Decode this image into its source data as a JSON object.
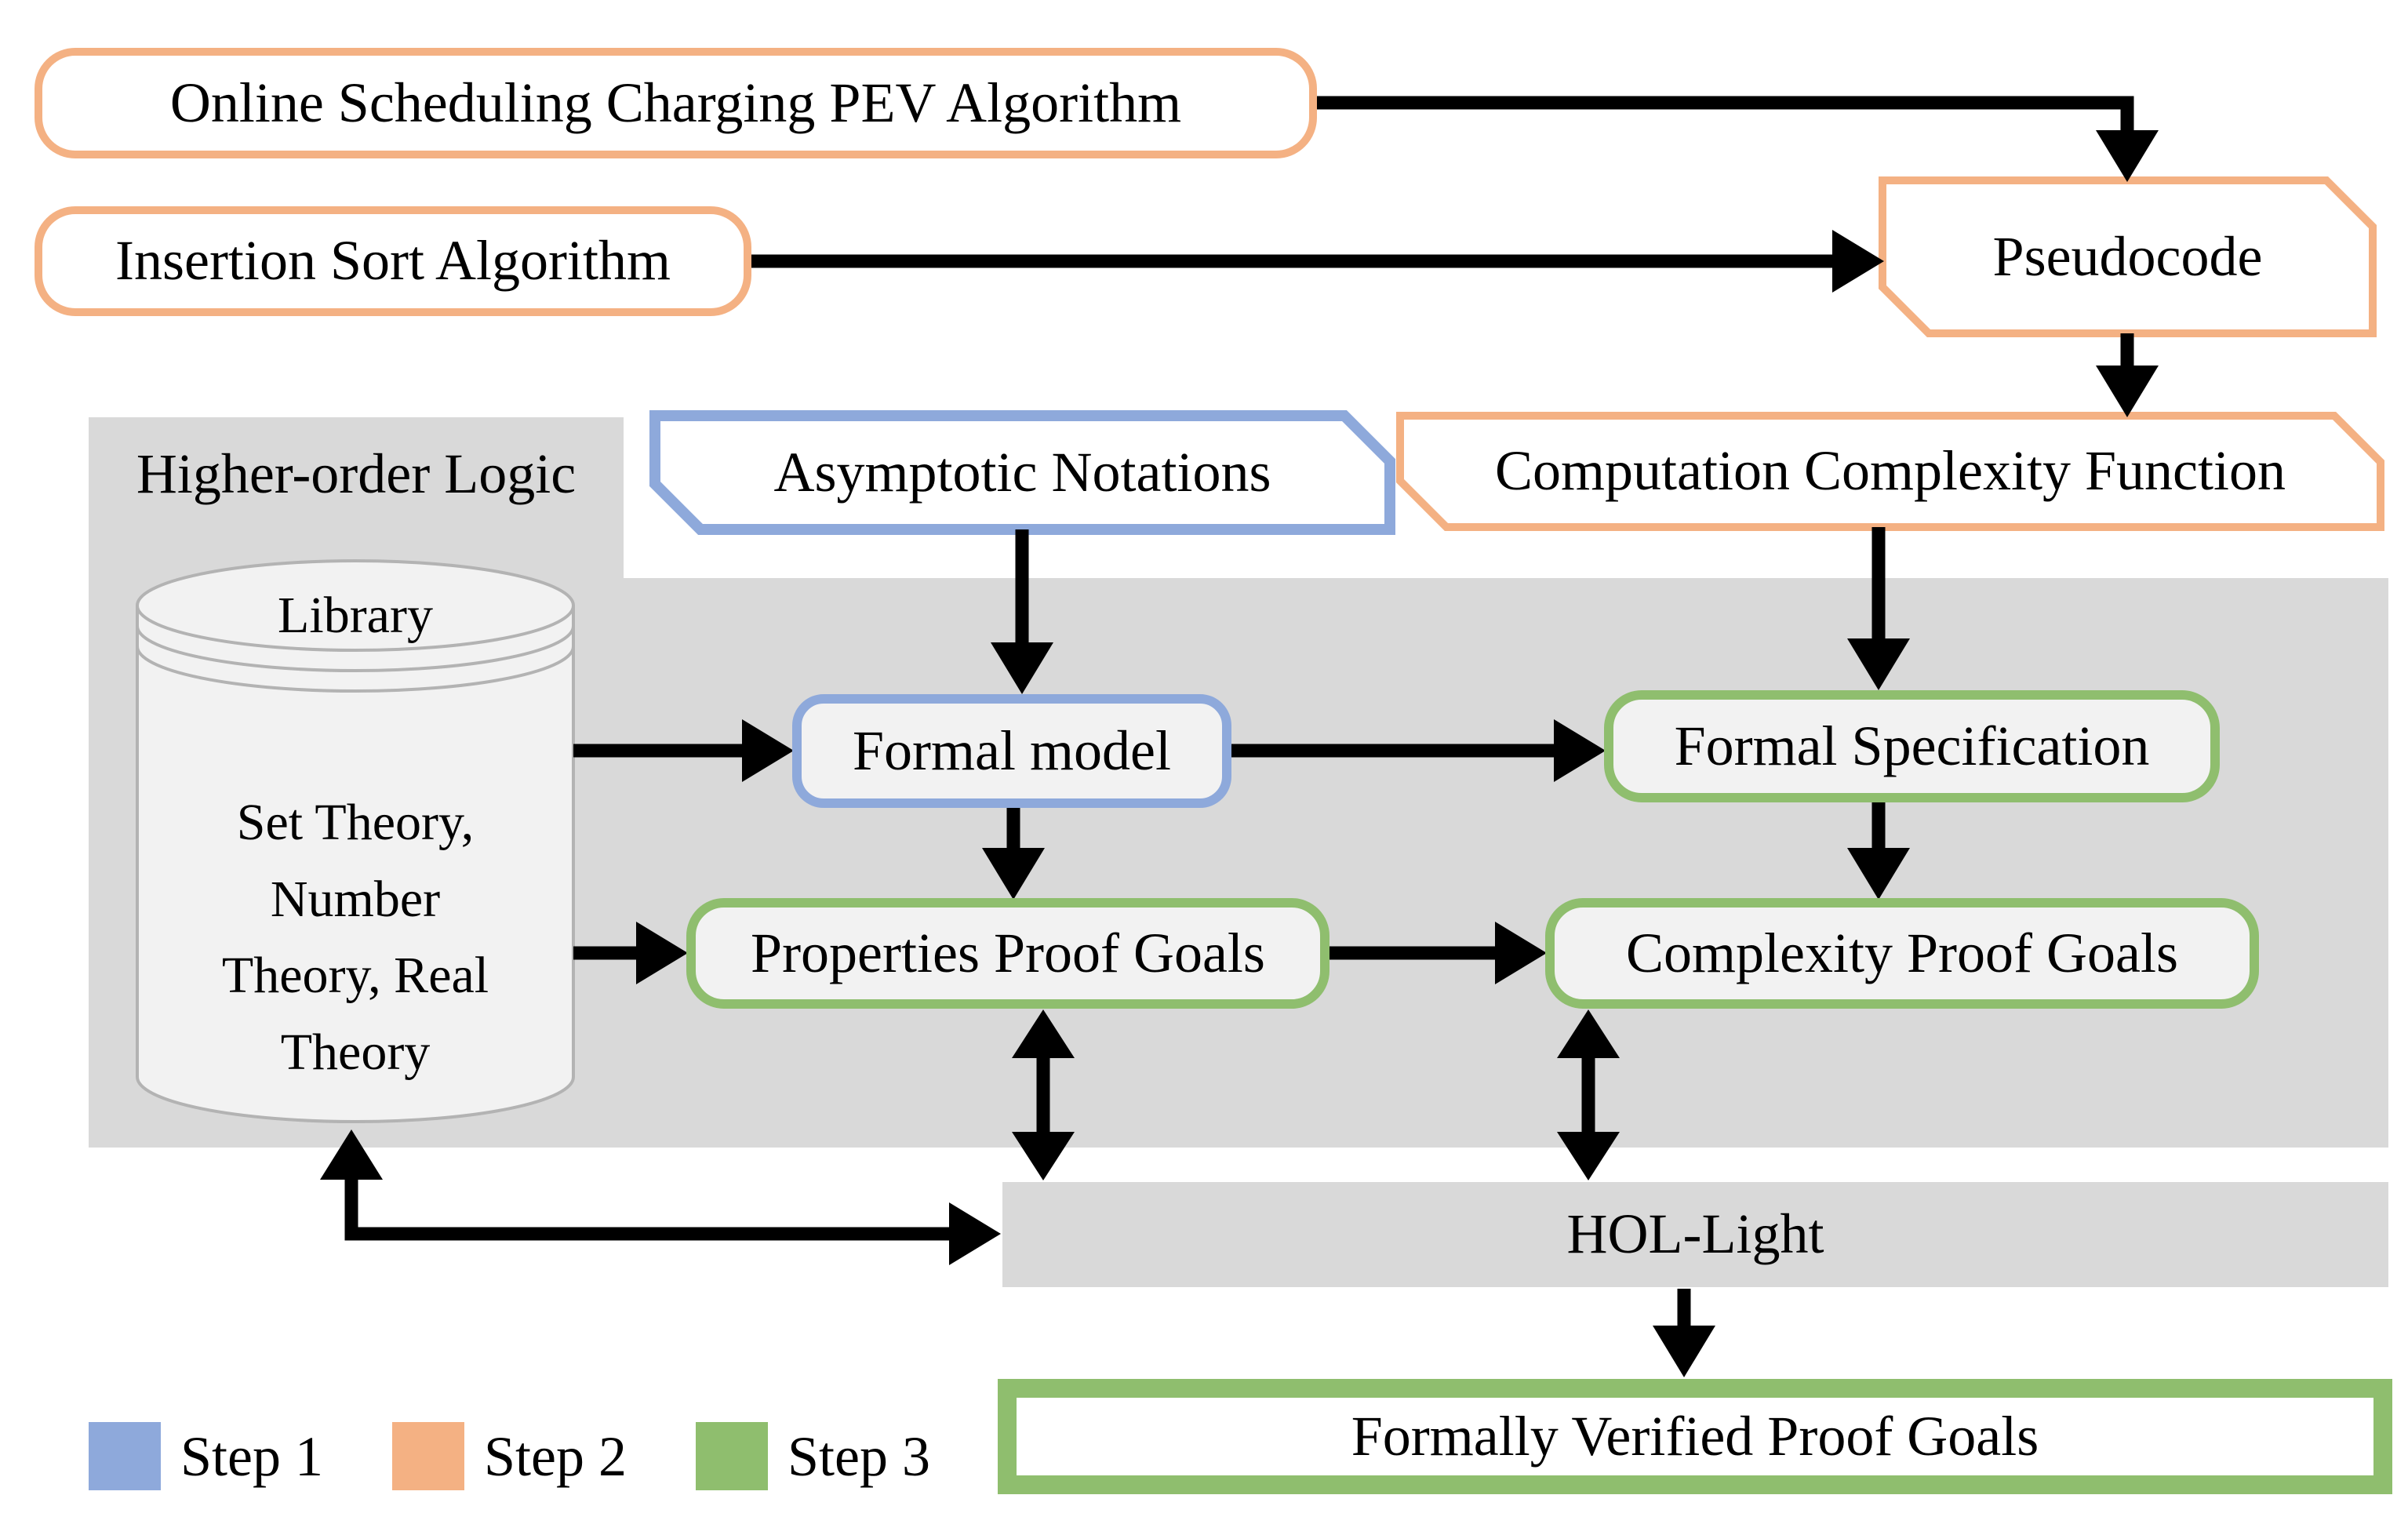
{
  "diagram": {
    "nodes": {
      "online_algorithm": "Online Scheduling Charging PEV Algorithm",
      "insertion_sort": "Insertion Sort Algorithm",
      "pseudocode": "Pseudocode",
      "higher_order_logic": "Higher-order Logic",
      "asymptotic_notations": "Asymptotic Notations",
      "computation_complexity_function": "Computation Complexity Function",
      "library": "Library",
      "library_theories": "Set Theory, Number Theory, Real Theory",
      "formal_model": "Formal model",
      "formal_specification": "Formal Specification",
      "properties_proof_goals": "Properties Proof Goals",
      "complexity_proof_goals": "Complexity Proof Goals",
      "hol_light": "HOL-Light",
      "formally_verified": "Formally Verified Proof Goals"
    },
    "legend": [
      {
        "label": "Step 1",
        "color": "#8ea9db"
      },
      {
        "label": "Step 2",
        "color": "#f4b183"
      },
      {
        "label": "Step 3",
        "color": "#8fbe6e"
      }
    ],
    "colors": {
      "step1_blue": "#8ea9db",
      "step2_orange": "#f4b183",
      "step3_green": "#8fbe6e",
      "region_gray": "#d9d9d9",
      "node_fill_light": "#f2f2f2",
      "cylinder_stroke": "#b3b3b3",
      "arrow_black": "#000000"
    }
  }
}
